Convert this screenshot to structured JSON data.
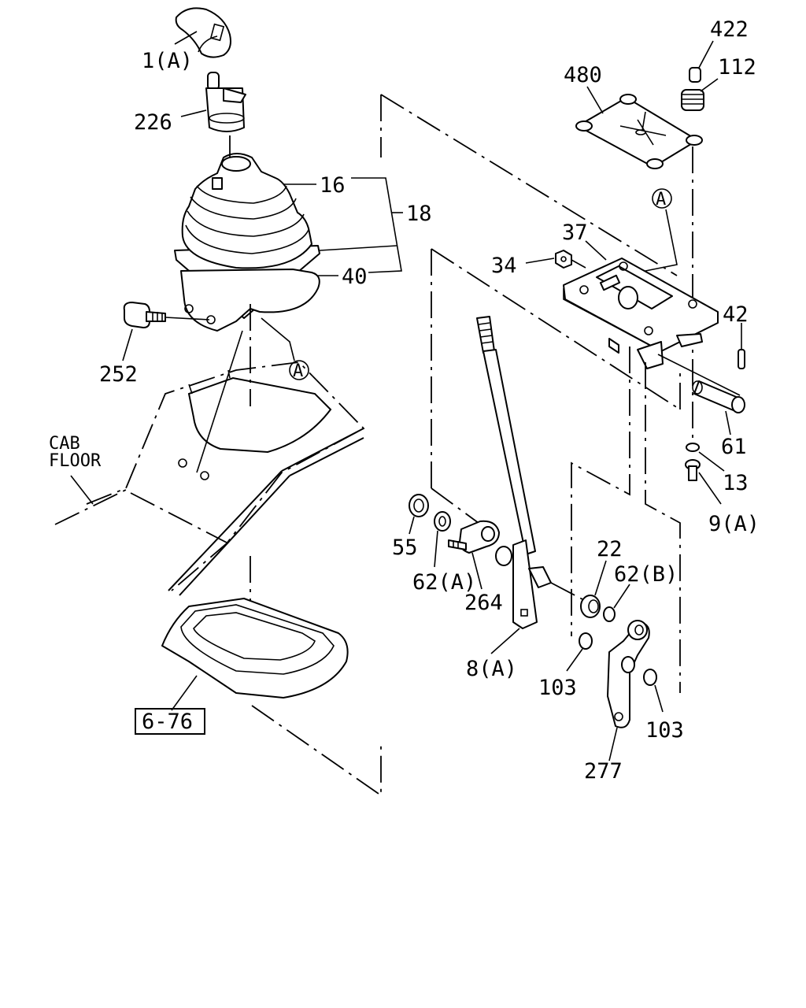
{
  "diagram": {
    "callouts": {
      "knob": "1(A)",
      "boot_upper": "226",
      "boot": "16",
      "assembly": "18",
      "plate_seal": "40",
      "bolt": "252",
      "floor": "CAB\nFLOOR",
      "floor_line1": "CAB",
      "floor_line2": "FLOOR",
      "ref_box": "6-76",
      "cap": "422",
      "spring": "112",
      "cover": "480",
      "ref_a": "A",
      "bracket": "37",
      "nut": "34",
      "pin": "42",
      "shaft": "61",
      "washer": "13",
      "screw": "9(A)",
      "bush_55": "55",
      "washer_62a": "62(A)",
      "joint": "264",
      "lever": "8(A)",
      "bush_22": "22",
      "washer_62b": "62(B)",
      "bush_103a": "103",
      "bush_103b": "103",
      "link": "277"
    }
  }
}
